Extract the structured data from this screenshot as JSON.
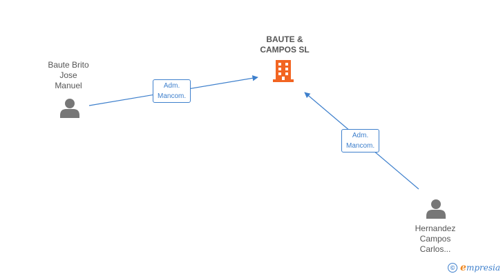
{
  "company": {
    "name_line1": "BAUTE &",
    "name_line2": "CAMPOS SL",
    "icon": "building-icon",
    "color": "#f26522"
  },
  "persons": [
    {
      "lines": [
        "Baute Brito",
        "Jose",
        "Manuel"
      ],
      "icon": "person-icon"
    },
    {
      "lines": [
        "Hernandez",
        "Campos",
        "Carlos..."
      ],
      "icon": "person-icon"
    }
  ],
  "relations": [
    {
      "line1": "Adm.",
      "line2": "Mancom."
    },
    {
      "line1": "Adm.",
      "line2": "Mancom."
    }
  ],
  "watermark": {
    "copyright": "©",
    "brand_first": "e",
    "brand_rest": "mpresia"
  },
  "colors": {
    "edge": "#3d7fcc",
    "person": "#777777",
    "text": "#555555"
  }
}
